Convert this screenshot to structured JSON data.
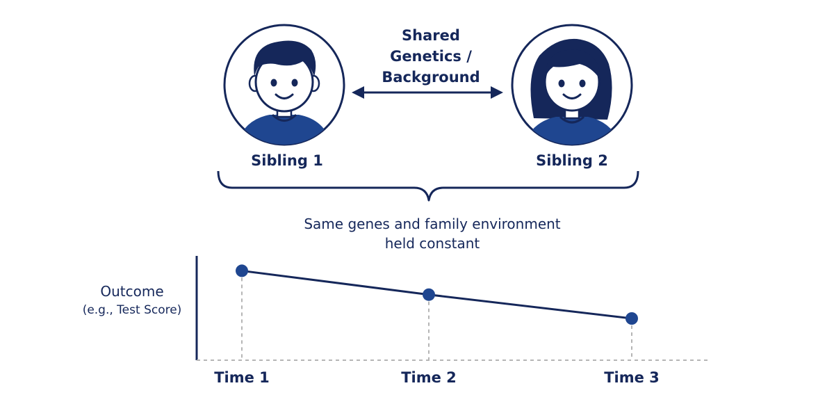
{
  "siblings": [
    {
      "label": "Sibling 1",
      "icon": "boy-avatar-icon"
    },
    {
      "label": "Sibling 2",
      "icon": "girl-avatar-icon"
    }
  ],
  "shared": {
    "lines": [
      "Shared",
      "Genetics /",
      "Background"
    ]
  },
  "constant_note": {
    "lines": [
      "Same genes and family environment",
      "held constant"
    ]
  },
  "colors": {
    "navy": "#15275a",
    "accent": "#1f4690",
    "grid": "#b5b5b5"
  },
  "chart_data": {
    "type": "line",
    "ylabel": "Outcome",
    "ylabel_sub": "(e.g., Test Score)",
    "categories": [
      "Time 1",
      "Time 2",
      "Time 3"
    ],
    "values": [
      3.0,
      2.2,
      1.4
    ],
    "ylim": [
      0,
      3.5
    ],
    "grid": false,
    "y_ticks_shown": false
  }
}
